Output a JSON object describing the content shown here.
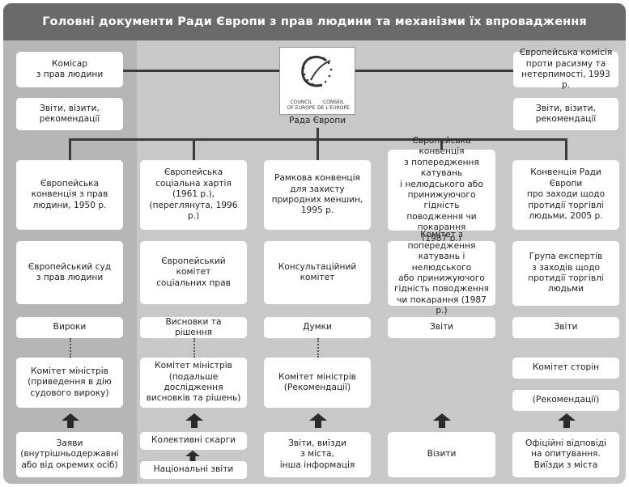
{
  "title": "Головні документи Ради Європи з прав людини та механізми їх впровадження",
  "center": {
    "logo_text_en": "COUNCIL\nOF EUROPE",
    "logo_text_fr": "CONSEIL\nDE L'EUROPE",
    "label": "Рада Європи"
  },
  "top_left": {
    "title": "Комісар\nз прав людини",
    "sub": "Звіти, візити,\nрекомендації"
  },
  "top_right": {
    "title": "Європейська комісія\nпроти расизму та\nнетерпимості, 1993 р.",
    "sub": "Звіти, візити,\nрекомендації"
  },
  "columns": [
    {
      "convention": "Європейська\nконвенція з прав\nлюдини, 1950 р.",
      "body": "Європейський суд\nз прав людини",
      "output": "Вироки",
      "oversight": "Комітет міністрів\n(приведення в дію\nсудового вироку)",
      "inputs": [
        "Заяви\n(внутрішньодержавні\nабо від окремих осіб)"
      ]
    },
    {
      "convention": "Європейська\nсоціальна хартія (1961 р.),\n(переглянута, 1996 р.)",
      "body": "Європейський\nкомітет\nсоціальних прав",
      "output": "Висновки та\nрішення",
      "oversight": "Комітет міністрів\n(подальше дослідження\nвисновків та рішень)",
      "inputs": [
        "Колективні скарги",
        "Національні звіти"
      ]
    },
    {
      "convention": "Рамкова конвенція\nдля захисту\nприродних меншин,\n1995 р.",
      "body": "Консультаційний\nкомітет",
      "output": "Думки",
      "oversight": "Комітет міністрів\n(Рекомендації)",
      "inputs": [
        "Звіти, виїзди\nз міста,\nінша інформація"
      ]
    },
    {
      "convention": "Європейська конвенція\nз попередження катувань\nі нелюдського або\nпринижуючого гідність\nповодження чи покарання\n(1987 р.)",
      "body": "Комітет з попередження\nкатувань і нелюдського\nабо принижуючого\nгідність поводження\nчи покарання (1987 р.)",
      "output": "Звіти",
      "inputs": [
        "Візити"
      ]
    },
    {
      "convention": "Конвенція Ради Європи\nпро заходи щодо\nпротидії торгівлі\nлюдьми, 2005 р.",
      "body": "Група експертів\nз заходів щодо\nпротидії торгівлі\nлюдьми",
      "output": "Звіти",
      "oversight": "Комітет сторін",
      "oversight2": "(Рекомендації)",
      "inputs": [
        "Офіційні відповіді\nна опитування.\nВиїзди з міста"
      ]
    }
  ]
}
